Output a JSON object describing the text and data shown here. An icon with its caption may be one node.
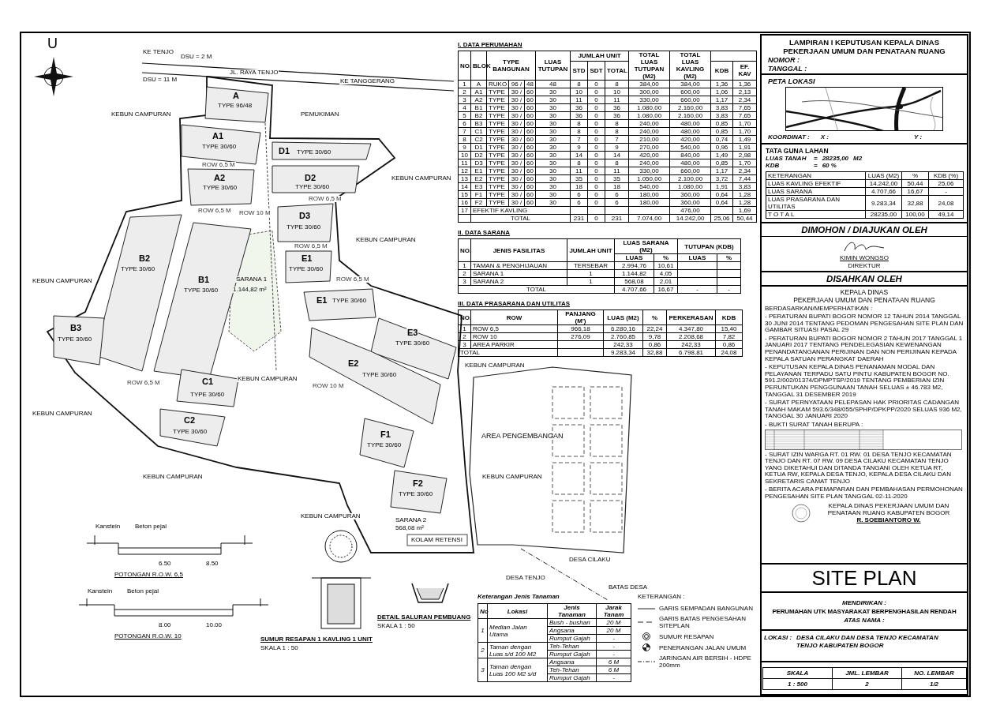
{
  "diagram": {
    "title": "SITE PLAN",
    "labels": [
      "U",
      "KE TENJO",
      "DSU = 2 M",
      "DSU = 11 M",
      "JL. RAYA TENJO",
      "KE TANGGERANG",
      "A",
      "TYPE 96/48",
      "KEBUN CAMPURAN",
      "PEMUKIMAN",
      "A1",
      "TYPE 30/60",
      "D1",
      "TYPE 30/60",
      "ROW 6,5 M",
      "A2",
      "D2",
      "KEBUN CAMPURAN",
      "TYPE 30/60",
      "TYPE 30/60",
      "ROW 6,5 M",
      "ROW 6,5 M",
      "ROW 10 M",
      "D3",
      "TYPE 30/60",
      "ROW 6,5 M",
      "KEBUN CAMPURAN",
      "B2",
      "E1",
      "TYPE 30/60",
      "TYPE 30/60",
      "KEBUN CAMPURAN",
      "B1",
      "SARANA 1",
      "ROW 6,5 M",
      "TYPE 30/60",
      "1.144,82 m²",
      "E1",
      "TYPE 30/60",
      "B3",
      "E3",
      "TYPE 30/60",
      "TYPE 30/60",
      "E2",
      "KEBUN CAMPURAN",
      "ROW 6,5 M",
      "C1",
      "KEBUN CAMPURAN",
      "ROW 10 M",
      "TYPE 30/60",
      "TYPE 30/60",
      "KEBUN CAMPURAN",
      "C2",
      "TYPE 30/60",
      "TYPE 30/60",
      "F1",
      "AREA PENGEMBANGAN",
      "KEBUN CAMPURAN",
      "F2",
      "KEBUN CAMPURAN",
      "TYPE 30/60",
      "KEBUN CAMPURAN",
      "SARANA 2",
      "568,08 m²",
      "KOLAM RETENSI",
      "DESA CILAKU",
      "DESA TENJO",
      "BATAS DESA",
      "Kanstein",
      "Beton pejal",
      "6.50",
      "8.50",
      "POTONGAN R.O.W. 6,5",
      "Kanstein",
      "Beton pejal",
      "8.00",
      "10.00",
      "POTONGAN R.O.W. 10",
      "SUMUR RESAPAN 1 KAVLING 1 UNIT",
      "SKALA 1 : 50",
      "DETAIL SALURAN PEMBUANG",
      "SKALA 1 : 50",
      "I. DATA PERUMAHAN",
      "NO.",
      "BLOK",
      "TYPE BANGUNAN",
      "LUAS TUTUPAN",
      "JUMLAH UNIT",
      "TOTAL LUAS TUTUPAN (M2)",
      "TOTAL LUAS KAVLING (M2)",
      "STD",
      "SDT",
      "TOTAL",
      "KDB",
      "EF. KAV",
      "1",
      "A",
      "RUKO",
      "96 /",
      "48",
      "48",
      "8",
      "0",
      "8",
      "384,00",
      "384,00",
      "1,36",
      "1,36",
      "2",
      "A1",
      "TYPE",
      "30 /",
      "60",
      "30",
      "10",
      "0",
      "10",
      "300,00",
      "600,00",
      "1,06",
      "2,13",
      "3",
      "A2",
      "TYPE",
      "30 /",
      "60",
      "30",
      "11",
      "0",
      "11",
      "330,00",
      "660,00",
      "1,17",
      "2,34",
      "4",
      "B1",
      "TYPE",
      "30 /",
      "60",
      "30",
      "36",
      "0",
      "36",
      "1.080,00",
      "2.160,00",
      "3,83",
      "7,65",
      "5",
      "B2",
      "TYPE",
      "30 /",
      "60",
      "30",
      "36",
      "0",
      "36",
      "1.080,00",
      "2.160,00",
      "3,83",
      "7,65",
      "6",
      "B3",
      "TYPE",
      "30 /",
      "60",
      "30",
      "8",
      "0",
      "8",
      "240,00",
      "480,00",
      "0,85",
      "1,70",
      "7",
      "C1",
      "TYPE",
      "30 /",
      "60",
      "30",
      "8",
      "0",
      "8",
      "240,00",
      "480,00",
      "0,85",
      "1,70",
      "8",
      "C2",
      "TYPE",
      "30 /",
      "60",
      "30",
      "7",
      "0",
      "7",
      "210,00",
      "420,00",
      "0,74",
      "1,49",
      "9",
      "D1",
      "TYPE",
      "30 /",
      "60",
      "30",
      "9",
      "0",
      "9",
      "270,00",
      "540,00",
      "0,96",
      "1,91",
      "10",
      "D2",
      "TYPE",
      "30 /",
      "60",
      "30",
      "14",
      "0",
      "14",
      "420,00",
      "840,00",
      "1,49",
      "2,98",
      "11",
      "D3",
      "TYPE",
      "30 /",
      "60",
      "30",
      "8",
      "0",
      "8",
      "240,00",
      "480,00",
      "0,85",
      "1,70",
      "12",
      "E1",
      "TYPE",
      "30 /",
      "60",
      "30",
      "11",
      "0",
      "11",
      "330,00",
      "660,00",
      "1,17",
      "2,34",
      "13",
      "E2",
      "TYPE",
      "30 /",
      "60",
      "30",
      "35",
      "0",
      "35",
      "1.050,00",
      "2.100,00",
      "3,72",
      "7,44",
      "14",
      "E3",
      "TYPE",
      "30 /",
      "60",
      "30",
      "18",
      "0",
      "18",
      "540,00",
      "1.080,00",
      "1,91",
      "3,83",
      "15",
      "F1",
      "TYPE",
      "30 /",
      "60",
      "30",
      "6",
      "0",
      "6",
      "180,00",
      "360,00",
      "0,64",
      "1,28",
      "16",
      "F2",
      "TYPE",
      "30 /",
      "60",
      "30",
      "6",
      "0",
      "6",
      "180,00",
      "360,00",
      "0,64",
      "1,28",
      "17",
      "EFEKTIF KAVLING",
      "476,00",
      "1,69",
      "TOTAL",
      "231",
      "0",
      "231",
      "7.074,00",
      "14.242,00",
      "25,06",
      "50,44",
      "II. DATA SARANA",
      "NO.",
      "JENIS FASILITAS",
      "JUMLAH UNIT",
      "LUAS SARANA (M2)",
      "TUTUPAN (KDB)",
      "LUAS",
      "%",
      "LUAS",
      "%",
      "1",
      "TAMAN & PENGHIJAUAN",
      "TERSEBAR",
      "2.994,76",
      "10,61",
      "2",
      "SARANA 1",
      "1",
      "1.144,82",
      "4,05",
      "3",
      "SARANA 2",
      "1",
      "568,08",
      "2,01",
      "TOTAL",
      "4.707,66",
      "16,67",
      "-",
      "-",
      "III. DATA PRASARANA DAN UTILITAS",
      "NO.",
      "ROW",
      "PANJANG (M')",
      "LUAS (M2)",
      "%",
      "PERKERASAN",
      "KDB",
      "1",
      "ROW 6,5",
      "966,18",
      "6.280,16",
      "22,24",
      "4.347,80",
      "15,40",
      "2",
      "ROW 10",
      "276,09",
      "2.760,85",
      "9,78",
      "2.208,68",
      "7,82",
      "3",
      "AREA PARKIR",
      "242,33",
      "0,86",
      "242,33",
      "0,86",
      "TOTAL",
      "9.283,34",
      "32,88",
      "6.798,81",
      "24,08",
      "Keterangan Jenis Tanaman",
      "No",
      "Lokasi",
      "Jenis Tanaman",
      "Jarak Tanam",
      "1",
      "Median Jalan Utama",
      "Bush - bushan",
      "20 M",
      "Angsana",
      "20 M",
      "Rumput Gajah",
      "-",
      "2",
      "Taman dengan Luas s/d 100 M2",
      "Teh-Tehan",
      "-",
      "Rumput Gajah",
      "-",
      "3",
      "Taman dengan Luas 100 M2 s/d",
      "Angsana",
      "6 M",
      "Teh-Tehan",
      "6 M",
      "Rumput Gajah",
      "-",
      "KETERANGAN :",
      "LAMPIRAN I KEPUTUSAN KEPALA DINAS PEKERJAAN UMUM DAN PENATAAN RUANG",
      "NOMOR :",
      "TANGGAL :",
      "PETA LOKASI",
      "KOORDINAT :",
      "X :",
      "Y :",
      "TATA GUNA LAHAN",
      "LUAS TANAH",
      "=",
      "28235,00",
      "M2",
      "KDB",
      "=",
      "60 %",
      "KETERANGAN",
      "LUAS (M2)",
      "%",
      "KDB (%)",
      "LUAS KAVLING EFEKTIF",
      "14.242,00",
      "50,44",
      "25,06",
      "LUAS SARANA",
      "4.707,66",
      "16,67",
      "-",
      "LUAS PRASARANA DAN UTILITAS",
      "9.283,34",
      "32,88",
      "24,08",
      "T O T A L",
      "28235,00",
      "100,00",
      "49,14",
      "DIMOHON / DIAJUKAN OLEH",
      "KIMIN WONGSO",
      "DIREKTUR",
      "DISAHKAN OLEH",
      "KEPALA DINAS",
      "PEKERJAAN UMUM DAN PENATAAN RUANG",
      "BERDASARKAN/MEMPERHATIKAN :",
      "- PERATURAN BUPATI BOGOR NOMOR 12 TAHUN 2014 TANGGAL 30 JUNI 2014 TENTANG PEDOMAN PENGESAHAN SITE PLAN DAN GAMBAR SITUASI PASAL 29",
      "- PERATURAN BUPATI BOGOR NOMOR 2 TAHUN 2017 TANGGAL 1 JANUARI 2017 TENTANG PENDELEGASIAN KEWENANGAN PENANDATANGANAN PERIJINAN DAN NON PERIJINAN KEPADA KEPALA SATUAN PERANGKAT DAERAH",
      "- KEPUTUSAN KEPALA DINAS PENANAMAN MODAL DAN PELAYANAN TERPADU SATU PINTU KABUPATEN BOGOR NO. 591.2/002/01374/DPMPTSP/2019 TENTANG PEMBERIAN IZIN PERUNTUKAN PENGGUNAAN TANAH SELUAS ± 46.783 M2, TANGGAL 31 DESEMBER 2019",
      "- SURAT PERNYATAAN PELEPASAN HAK PRIORITAS CADANGAN TANAH MAKAM 593.6/348/055/SPHP/DPKPP/2020 SELUAS 936 M2, TANGGAL 30 JANUARI 2020",
      "- BUKTI SURAT TANAH BERUPA :",
      "- SURAT IZIN WARGA RT. 01 RW. 01 DESA TENJO KECAMATAN TENJO DAN RT. 07 RW. 09 DESA CILAKU KECAMATAN TENJO YANG DIKETAHUI DAN DITANDA TANGANI OLEH KETUA RT, KETUA RW, KEPALA DESA TENJO, KEPALA DESA CILAKU DAN SEKRETARIS CAMAT TENJO",
      "- BERITA ACARA PEMAPARAN DAN PEMBAHASAN PERMOHONAN PENGESAHAN SITE PLAN TANGGAL 02-11-2020",
      "KEPALA DINAS PEKERJAAN UMUM DAN PENATAAN RUANG KABUPATEN BOGOR",
      "R. SOEBIANTORO W.",
      "MENDIRIKAN :",
      "PERUMAHAN UTK MASYARAKAT BERPENGHASILAN RENDAH",
      "ATAS NAMA :",
      "LOKASI :",
      "DESA CILAKU DAN DESA TENJO KECAMATAN TENJO KABUPATEN BOGOR",
      "SKALA",
      "JML. LEMBAR",
      "NO. LEMBAR",
      "1 : 500",
      "2",
      "1/2"
    ],
    "legend": [
      {
        "text": "GARIS SEMPADAN BANGUNAN"
      },
      {
        "text": "GARIS BATAS PENGESAHAN SITEPLAN"
      },
      {
        "text": "SUMUR RESAPAN"
      },
      {
        "text": "PENERANGAN JALAN UMUM"
      },
      {
        "text": "JARINGAN AIR BERSIH - HDPE 200mm"
      }
    ]
  }
}
